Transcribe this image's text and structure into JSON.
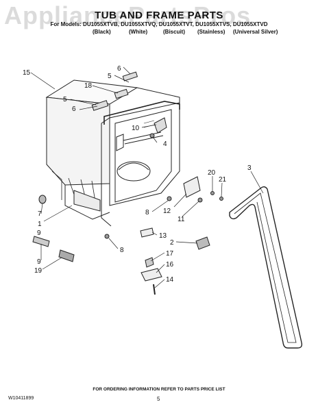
{
  "watermark": "AppliancePartsPros",
  "title": "TUB AND FRAME PARTS",
  "models_line": "For Models: DU1055XTVB, DU1055XTVQ, DU1055XTVT, DU1055XTVS, DU1055XTVD",
  "color_labels": [
    "(Black)",
    "(White)",
    "(Biscuit)",
    "(Stainless)",
    "(Universal Silver)"
  ],
  "callouts": [
    "6",
    "5",
    "18",
    "15",
    "5",
    "6",
    "10",
    "4",
    "20",
    "21",
    "3",
    "9",
    "7",
    "1",
    "8",
    "12",
    "11",
    "13",
    "2",
    "8",
    "17",
    "9",
    "19",
    "16",
    "14"
  ],
  "footer": "FOR ORDERING INFORMATION REFER TO PARTS PRICE LIST",
  "doc_id": "W10411899",
  "page_number": "5"
}
